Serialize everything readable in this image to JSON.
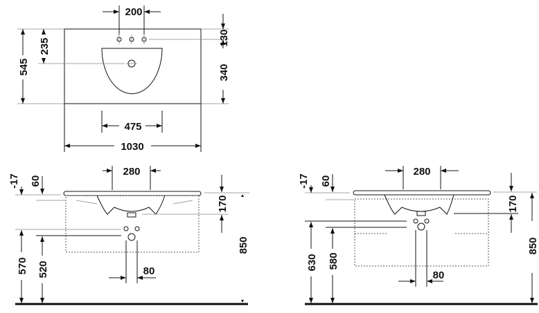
{
  "top_view": {
    "tap_spacing": "200",
    "depth": "545",
    "tap_to_drain": "235",
    "front_to_taps": "130",
    "taps_to_back": "340",
    "basin_width": "475",
    "total_width": "1030"
  },
  "front_view_left": {
    "tap_spacing": "280",
    "minus_offset": "-17",
    "rim_offset": "60",
    "basin_depth": "170",
    "total_height": "850",
    "supply_height": "570",
    "waste_height": "520",
    "waste_offset": "80"
  },
  "front_view_right": {
    "tap_spacing": "280",
    "minus_offset": "-17",
    "rim_offset": "60",
    "basin_depth": "170",
    "total_height": "850",
    "supply_height": "630",
    "waste_height": "580",
    "waste_offset": "80"
  }
}
